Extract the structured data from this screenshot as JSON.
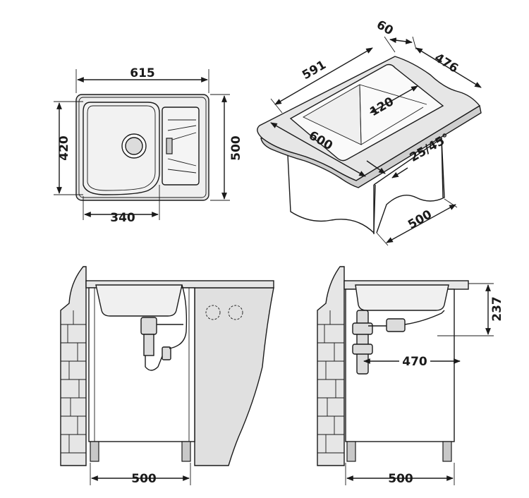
{
  "top_view": {
    "width": "615",
    "height": "420",
    "depth": "500",
    "bowl": "340"
  },
  "iso_view": {
    "d60": "60",
    "d476": "476",
    "d591": "591",
    "d120": "120",
    "d600": "600",
    "angle": "25/45°",
    "d500": "500"
  },
  "front_view": {
    "d500": "500"
  },
  "side_view": {
    "d237": "237",
    "d470": "470",
    "d500": "500"
  },
  "colors": {
    "line": "#1a1a1a",
    "surface": "#e6e6e6",
    "shade": "#c8c8c8"
  }
}
